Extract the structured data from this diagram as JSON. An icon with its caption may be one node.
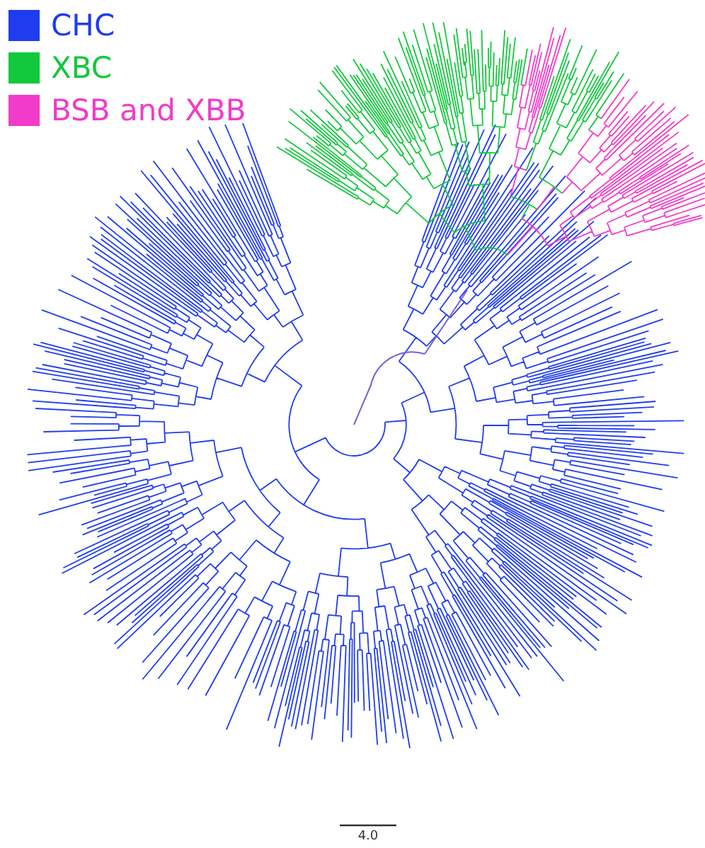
{
  "diagram": {
    "legend": [
      {
        "text": "CHC",
        "color": "#1f3cf0"
      },
      {
        "text": "XBC",
        "color": "#12c83c"
      },
      {
        "text": "BSB and XBB",
        "color": "#f03cc8"
      }
    ],
    "labels": [
      "4.0"
    ]
  }
}
